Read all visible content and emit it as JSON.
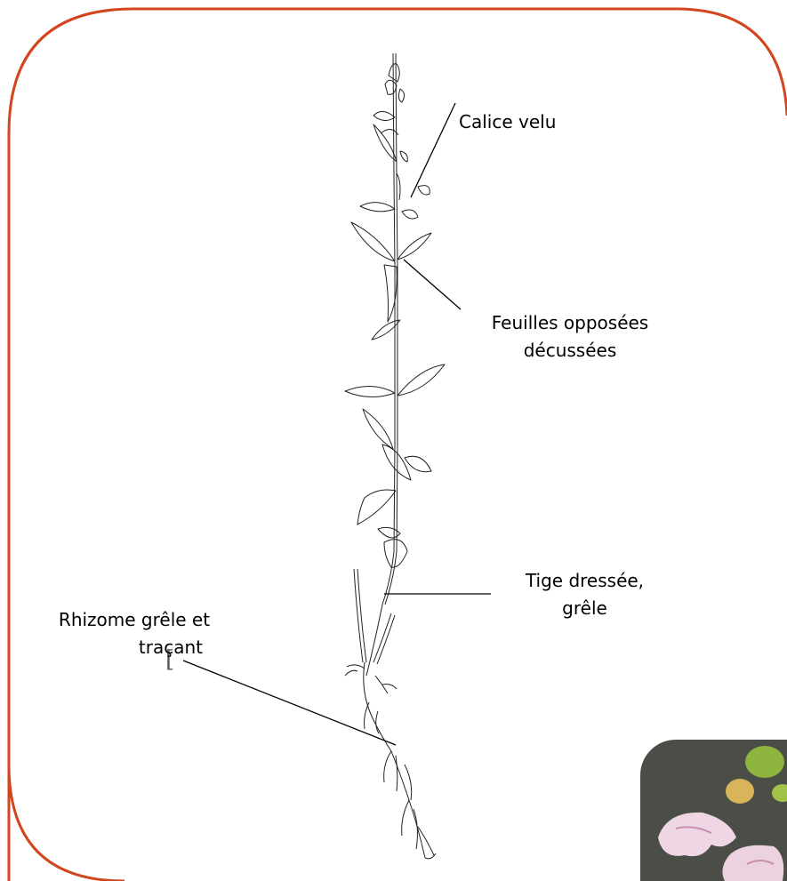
{
  "labels": {
    "calice": "Calice velu",
    "feuilles_line1": "Feuilles opposées",
    "feuilles_line2": "décussées",
    "tige_line1": "Tige dressée,",
    "tige_line2": "grêle",
    "rhizome_line1": "Rhizome grêle et",
    "rhizome_line2": "traçant"
  },
  "colors": {
    "frame": "#d2451e",
    "ink": "#222222",
    "photo_bg": "#4a4e47",
    "flower": "#efd6e4",
    "bud": "#8db43c"
  },
  "scale_bar": "["
}
